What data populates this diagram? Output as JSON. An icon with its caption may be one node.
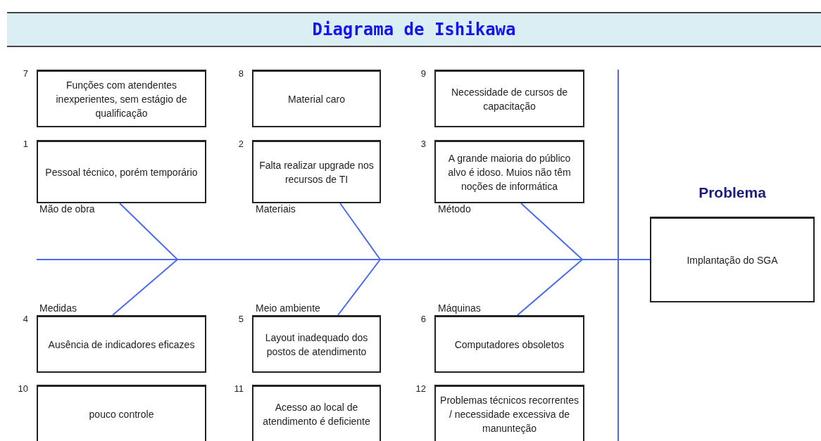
{
  "diagram": {
    "title": "Diagrama de Ishikawa",
    "nodes": [
      {
        "text": [
          "Funções com atendentes inexperientes, sem estágio de qualificação"
        ],
        "beside": [
          "7"
        ]
      },
      {
        "text": [
          "Material caro"
        ],
        "beside": [
          "8"
        ]
      },
      {
        "text": [
          "Necessidade de cursos de capacitação"
        ],
        "beside": [
          "9"
        ]
      },
      {
        "text": [
          "Pessoal técnico, porém temporário"
        ],
        "beside": [
          "1"
        ]
      },
      {
        "text": [
          "Falta realizar upgrade nos recursos de TI"
        ],
        "beside": [
          "2"
        ]
      },
      {
        "text": [
          "A grande maioria do público alvo é idoso. Muios não têm noções de informática"
        ],
        "beside": [
          "3"
        ]
      },
      {
        "text": [
          "Problema",
          "Implantação do SGA"
        ]
      },
      {
        "text": [
          "Ausência de indicadores eficazes"
        ],
        "beside": [
          "4"
        ]
      },
      {
        "text": [
          "Layout inadequado dos postos de atendimento"
        ],
        "beside": [
          "5"
        ]
      },
      {
        "text": [
          "Computadores obsoletos"
        ],
        "beside": [
          "6"
        ]
      },
      {
        "text": [
          "pouco controle"
        ],
        "beside": [
          "10"
        ]
      },
      {
        "text": [
          "Acesso ao local de atendimento é deficiente"
        ],
        "beside": [
          "11"
        ]
      },
      {
        "text": [
          "Problemas técnicos recorrentes / necessidade excessiva de manunteção"
        ],
        "beside": [
          "12"
        ]
      }
    ],
    "edges": [
      {
        "from": 3,
        "to": 6,
        "arrow": "none"
      },
      {
        "from": 4,
        "to": 6,
        "arrow": "none"
      },
      {
        "from": 5,
        "to": 6,
        "arrow": "none"
      },
      {
        "from": 7,
        "to": 6,
        "arrow": "none"
      },
      {
        "from": 8,
        "to": 6,
        "arrow": "none"
      },
      {
        "from": 9,
        "to": 6,
        "arrow": "none"
      }
    ],
    "labels": [
      "Mão de obra",
      "Materiais",
      "Método",
      "Medidas",
      "Meio ambiente",
      "Máquinas"
    ]
  }
}
